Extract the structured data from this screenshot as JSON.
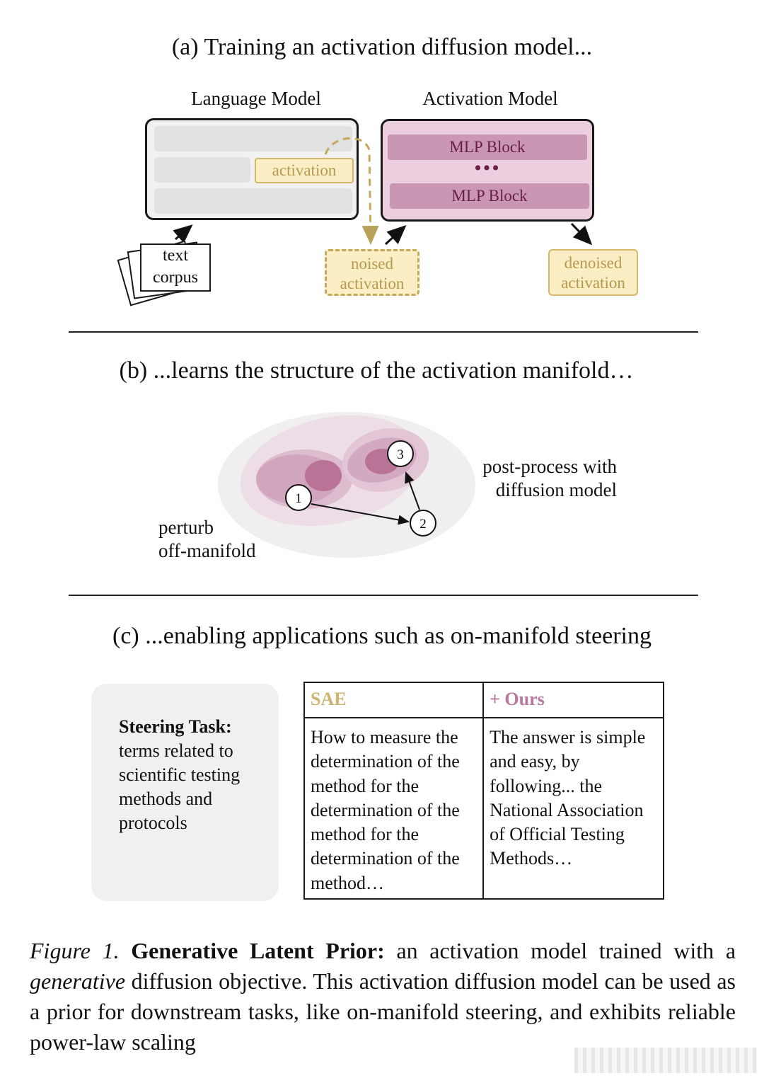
{
  "panel_a": {
    "title": "(a) Training an activation diffusion model...",
    "language_model_label": "Language Model",
    "activation_model_label": "Activation Model",
    "activation_chip": "activation",
    "mlp_blocks": [
      "MLP Block",
      "MLP Block"
    ],
    "ellipsis": "•••",
    "text_corpus": [
      "text",
      "corpus"
    ],
    "noised_activation": [
      "noised",
      "activation"
    ],
    "denoised_activation": [
      "denoised",
      "activation"
    ],
    "colors": {
      "activation_fill": "#fbeec4",
      "activation_border": "#d6b86a",
      "activation_text": "#b39a4c",
      "activation_model_fill": "#eccfdf",
      "mlp_fill": "#c996b3",
      "mlp_text": "#6a1e47",
      "language_model_fill": "#f1f1f1"
    }
  },
  "panel_b": {
    "title": "(b) ...learns the structure of the activation manifold…",
    "nodes": [
      "1",
      "2",
      "3"
    ],
    "perturb_label": [
      "perturb",
      "off-manifold"
    ],
    "postprocess_label": [
      "post-process with",
      "diffusion model"
    ]
  },
  "panel_c": {
    "title": "(c) ...enabling applications such as on-manifold steering",
    "task_heading": "Steering Task:",
    "task_description": "terms related to scientific testing methods and protocols",
    "table": {
      "headers": [
        "SAE",
        "+ Ours"
      ],
      "rows": [
        [
          "How to measure the determination of the method for the determination of the method for the determination of the method…",
          "The answer is simple and easy, by following... the National Association of Official Testing Methods…"
        ]
      ]
    },
    "colors": {
      "sae_header": "#cdb46f",
      "ours_header": "#b9789c"
    }
  },
  "caption": {
    "label": "Figure 1.",
    "bold_title": "Generative Latent Prior:",
    "text_1": " an activation model trained with a ",
    "italic_word": "generative",
    "text_2": " diffusion objective.  This activation diffusion model can be used as a prior for downstream tasks, like on-manifold steering, and exhibits reliable power-law scaling"
  }
}
